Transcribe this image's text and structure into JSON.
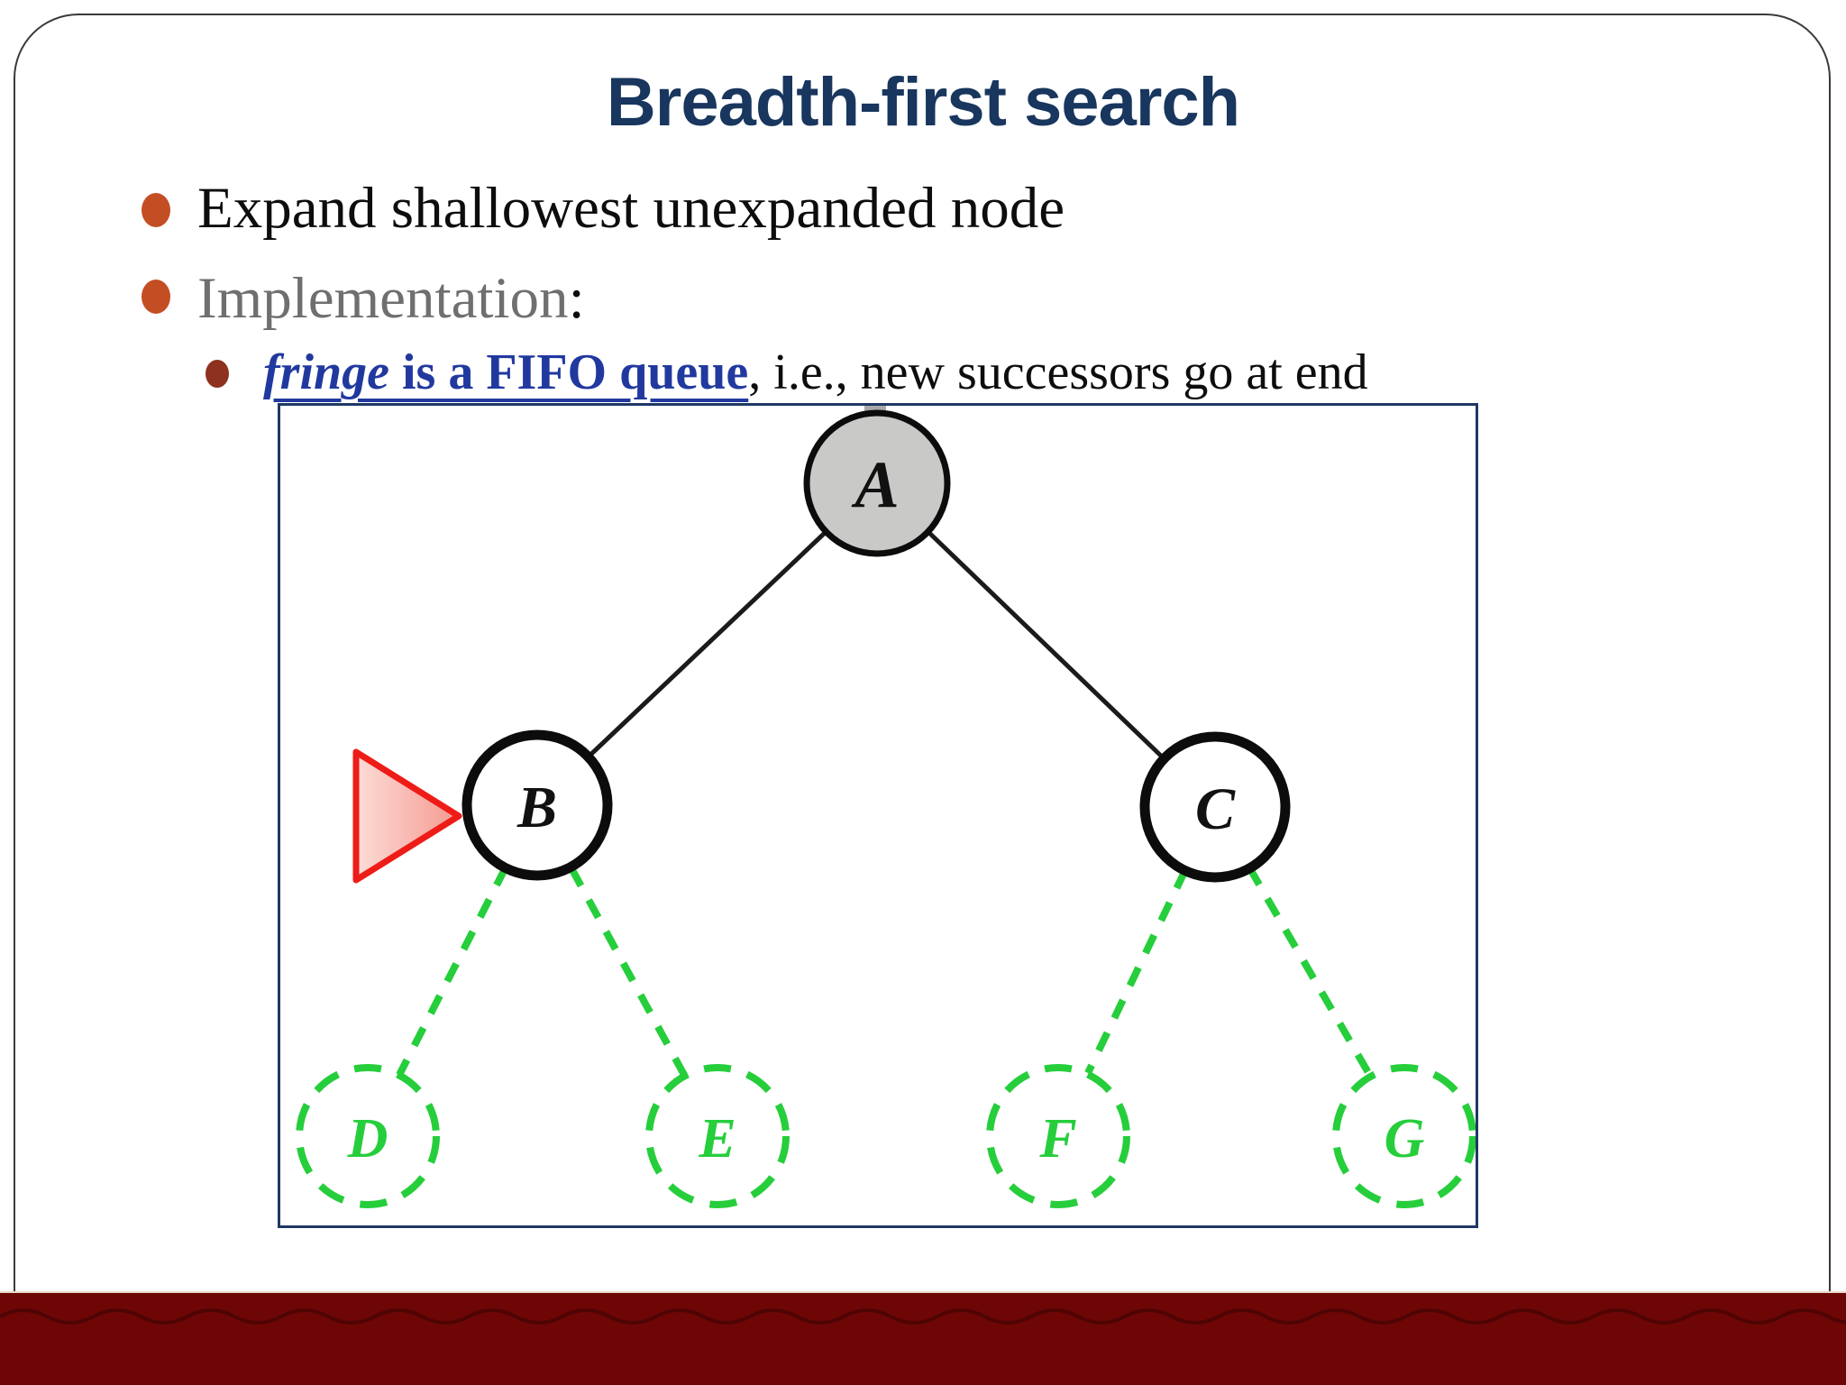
{
  "slide": {
    "title": "Breadth-first search",
    "bullet_1": "Expand shallowest unexpanded node",
    "bullet_2": "Implementation",
    "bullet_2_colon": ":",
    "sub_bullet": {
      "fringe_italic": "fringe",
      "fifo_bold": " is a FIFO queue",
      "tail": ", i.e., new successors go at end"
    }
  },
  "diagram": {
    "nodes": [
      {
        "label": "A"
      },
      {
        "label": "B"
      },
      {
        "label": "C"
      },
      {
        "label": "D"
      },
      {
        "label": "E"
      },
      {
        "label": "F"
      },
      {
        "label": "G"
      }
    ]
  },
  "colors": {
    "title-blue": "#18365E",
    "accent-blue": "#21399F",
    "bullet-orange": "#C44E24",
    "bullet-darkred": "#8E3120",
    "text-gray": "#6F6F6F",
    "bar-maroon": "#6E0606",
    "node-green": "#26CE3B",
    "node-gray-fill": "#C9C9C7",
    "box-border": "#1F3864",
    "pointer-red": "#EE1C17",
    "pointer-pink": "#F9B9B1"
  }
}
